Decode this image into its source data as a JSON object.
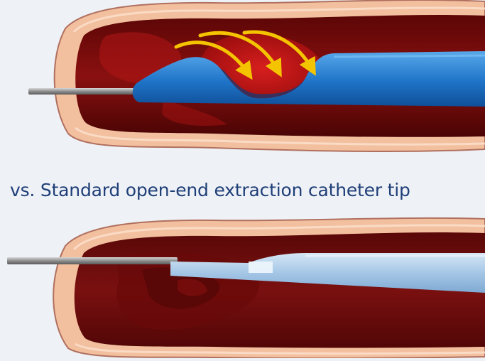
{
  "caption": "vs. Standard open-end extraction catheter tip",
  "colors": {
    "background": "#eef1f6",
    "vessel_wall": "#f6c7a6",
    "vessel_wall_edge": "#b7766a",
    "lumen": "#7e0c0c",
    "clot": "#c21414",
    "catheter_top": "#2a7fd0",
    "catheter_bottom": "#a9cbe9",
    "guidewire": "#8d8d8d",
    "flow_arrows": "#f5c400",
    "caption_text": "#1f3f78"
  },
  "icons": {
    "top_panel": "catheter-tip-in-vessel-with-suction-flow-arrows",
    "bottom_panel": "open-end-catheter-in-vessel-with-thrombus"
  }
}
